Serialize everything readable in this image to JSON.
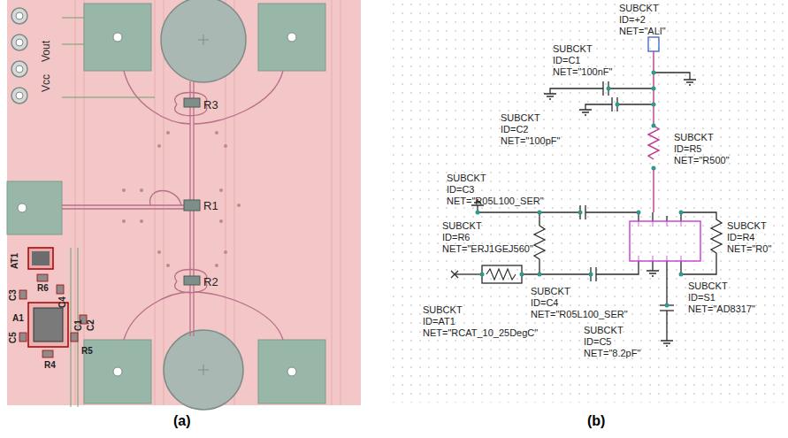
{
  "diagram": {
    "labels": [
      "Vout",
      "Vcc",
      "R3",
      "R1",
      "R2",
      "AT1",
      "R6",
      "C3",
      "C4",
      "A1",
      "C5",
      "C1",
      "C2",
      "R5",
      "R4",
      "SUBCKT",
      "ID=+2",
      "NET=\"ALI\"",
      "SUBCKT",
      "ID=C1",
      "NET=\"100nF\"",
      "SUBCKT",
      "ID=C2",
      "NET=\"100pF\"",
      "SUBCKT",
      "ID=R5",
      "NET=\"R500\"",
      "SUBCKT",
      "ID=C3",
      "NET=\"R05L100_SER\"",
      "SUBCKT",
      "ID=R6",
      "NET=\"ERJ1GEJ560\"",
      "SUBCKT",
      "ID=R4",
      "NET=\"R0\"",
      "SUBCKT",
      "ID=C4",
      "NET=\"R05L100_SER\"",
      "SUBCKT",
      "ID=S1",
      "NET=\"AD8317\"",
      "SUBCKT",
      "ID=AT1",
      "NET=\"RCAT_10_25DegC\"",
      "SUBCKT",
      "ID=C5",
      "NET=\"8.2pF\"",
      "(a)",
      "(b)"
    ]
  }
}
